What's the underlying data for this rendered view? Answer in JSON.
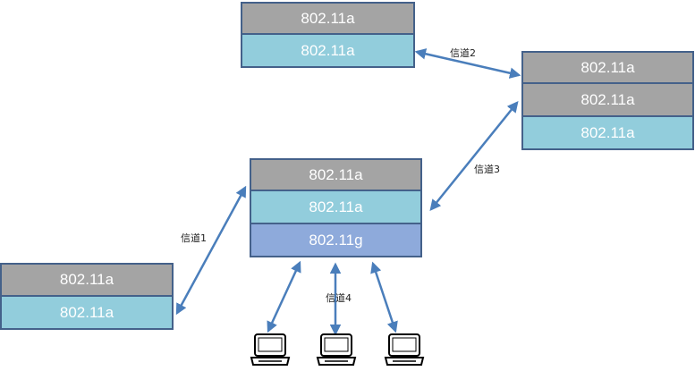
{
  "colors": {
    "gray_layer": "#a4a4a4",
    "cyan_layer": "#92cddc",
    "blue_layer": "#8eaadb",
    "border": "#44618a",
    "link": "#4a7ebb"
  },
  "nodes": {
    "top": {
      "layers": [
        "802.11a",
        "802.11a"
      ]
    },
    "right": {
      "layers": [
        "802.11a",
        "802.11a",
        "802.11a"
      ]
    },
    "center": {
      "layers": [
        "802.11a",
        "802.11a",
        "802.11g"
      ]
    },
    "left": {
      "layers": [
        "802.11a",
        "802.11a"
      ]
    }
  },
  "links": {
    "channel1": "信道1",
    "channel2": "信道2",
    "channel3": "信道3",
    "channel4": "信道4"
  },
  "clients": [
    "laptop-icon",
    "laptop-icon",
    "laptop-icon"
  ]
}
